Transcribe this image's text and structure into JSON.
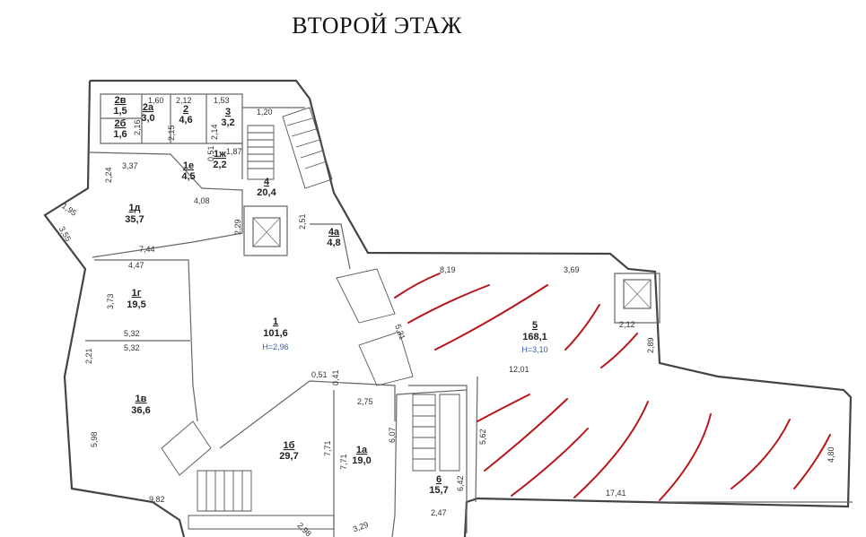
{
  "title": "ВТОРОЙ ЭТАЖ",
  "rooms": [
    {
      "num": "1",
      "area": "101,6",
      "h": "H=2,96"
    },
    {
      "num": "1а",
      "area": "19,0"
    },
    {
      "num": "1б",
      "area": "29,7"
    },
    {
      "num": "1в",
      "area": "36,6"
    },
    {
      "num": "1г",
      "area": "19,5"
    },
    {
      "num": "1д",
      "area": "35,7"
    },
    {
      "num": "1е",
      "area": "4,5"
    },
    {
      "num": "1ж",
      "area": "2,2"
    },
    {
      "num": "2",
      "area": "4,6"
    },
    {
      "num": "2а",
      "area": "3,0"
    },
    {
      "num": "2б",
      "area": "1,6"
    },
    {
      "num": "2в",
      "area": "1,5"
    },
    {
      "num": "3",
      "area": "3,2"
    },
    {
      "num": "4",
      "area": "20,4"
    },
    {
      "num": "4а",
      "area": "4,8"
    },
    {
      "num": "5",
      "area": "168,1",
      "h": "H=3,10"
    },
    {
      "num": "6",
      "area": "15,7"
    }
  ],
  "dimensions": [
    "1,60",
    "2,12",
    "1,53",
    "1,20",
    "2,15",
    "2,14",
    "2,16",
    "1,87",
    "0,51",
    "3,37",
    "2,24",
    "4,08",
    "1,95",
    "3,55",
    "7,44",
    "2,29",
    "2,51",
    "4,47",
    "8,19",
    "3,69",
    "3,73",
    "5,32",
    "5,32",
    "5,31",
    "2,12",
    "2,89",
    "2,21",
    "0,51",
    "0,41",
    "12,01",
    "2,75",
    "5,98",
    "7,71",
    "7,71",
    "6,07",
    "5,62",
    "9,82",
    "6,42",
    "17,41",
    "4,80",
    "2,98",
    "3,29",
    "2,47"
  ],
  "hatching_color": "#b8161b"
}
